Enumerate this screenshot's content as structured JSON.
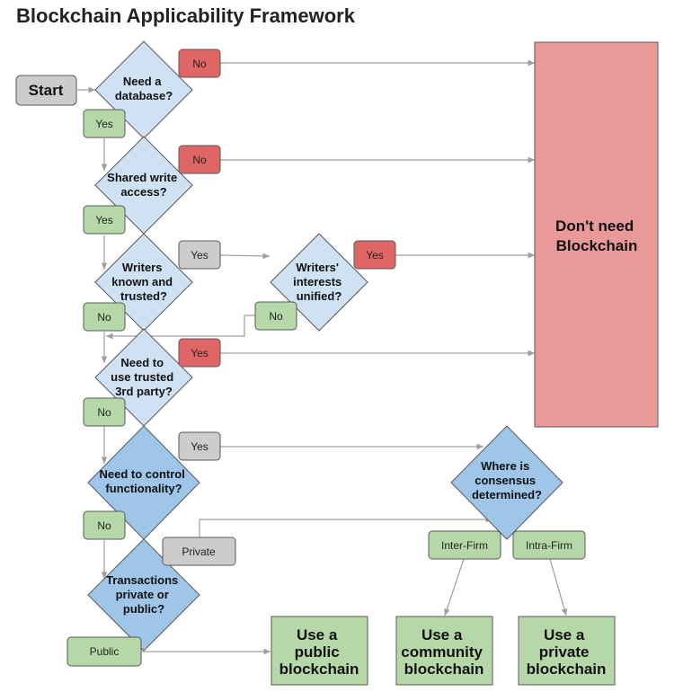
{
  "title": "Blockchain Applicability Framework",
  "colors": {
    "decision_light": "#cfe2f3",
    "decision_dark": "#9fc5e8",
    "no_fill": "#e06666",
    "red_box": "#ea9999",
    "yes_fill": "#b6d7a8",
    "outcome_fill": "#b6d7a8",
    "neutral_fill": "#cccccc",
    "stroke": "#595959",
    "connector": "#9e9e9e"
  },
  "start": {
    "label": "Start"
  },
  "decisions": {
    "need_database": [
      "Need a",
      "database?"
    ],
    "shared_write": [
      "Shared write",
      "access?"
    ],
    "writers_known": [
      "Writers",
      "known and",
      "trusted?"
    ],
    "writers_interests": [
      "Writers'",
      "interests",
      "unified?"
    ],
    "trusted_third_party": [
      "Need to",
      "use trusted",
      "3rd party?"
    ],
    "control_functionality": [
      "Need to control",
      "functionality?"
    ],
    "consensus": [
      "Where is",
      "consensus",
      "determined?"
    ],
    "transactions": [
      "Transactions",
      "private or",
      "public?"
    ]
  },
  "answers": {
    "db_no": "No",
    "db_yes": "Yes",
    "sw_no": "No",
    "sw_yes": "Yes",
    "wk_yes": "Yes",
    "wk_no": "No",
    "wi_yes": "Yes",
    "wi_no": "No",
    "tp_yes": "Yes",
    "tp_no": "No",
    "cf_yes": "Yes",
    "cf_no": "No",
    "tx_private": "Private",
    "tx_public": "Public",
    "cons_inter": "Inter-Firm",
    "cons_intra": "Intra-Firm"
  },
  "outcomes": {
    "dont_need": [
      "Don't need",
      "Blockchain"
    ],
    "public": [
      "Use a",
      "public",
      "blockchain"
    ],
    "community": [
      "Use a",
      "community",
      "blockchain"
    ],
    "private": [
      "Use a",
      "private",
      "blockchain"
    ]
  }
}
